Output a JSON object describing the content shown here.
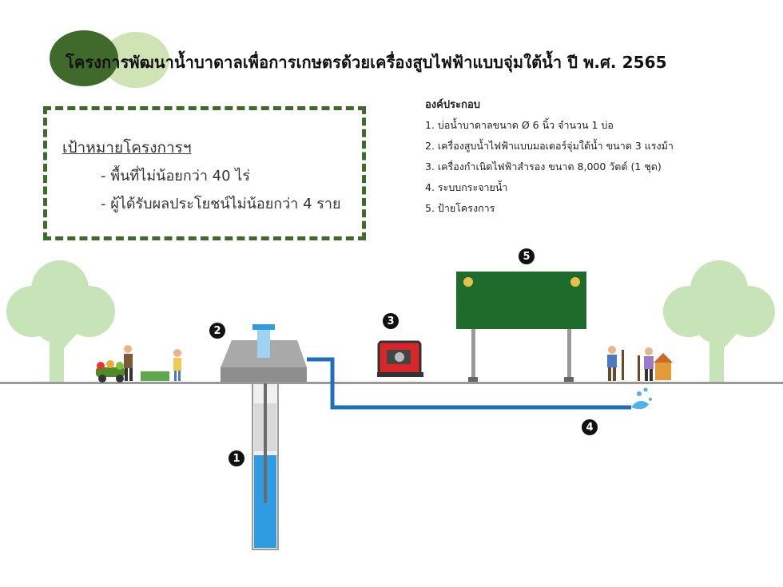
{
  "title": "โครงการพัฒนาน้ำบาดาลเพื่อการเกษตรด้วยเครื่องสูบไฟฟ้าแบบจุ่มใต้น้ำ ปี พ.ศ. 2565",
  "goals": {
    "heading": "เป้าหมายโครงการฯ",
    "items": [
      "- พื้นที่ไม่น้อยกว่า 40 ไร่",
      "- ผู้ได้รับผลประโยชน์ไม่น้อยกว่า 4 ราย"
    ]
  },
  "components": {
    "heading": "องค์ประกอบ",
    "items": [
      "1. บ่อน้ำบาดาลขนาด Ø 6 นิ้ว จำนวน 1 บ่อ",
      "2. เครื่องสูบน้ำไฟฟ้าแบบมอเตอร์จุ่มใต้น้ำ ขนาด 3 แรงม้า",
      "3. เครื่องกำเนิดไฟฟ้าสำรอง ขนาด 8,000 วัตต์ (1 ชุด)",
      "4. ระบบกระจายน้ำ",
      "5. ป้ายโครงการ"
    ]
  },
  "markers": [
    "1",
    "2",
    "3",
    "4",
    "5"
  ],
  "colors": {
    "dark_green": "#3f6a2b",
    "light_green": "#cfe3b5",
    "tree_green": "#c7e3b8",
    "sign_green": "#1f6b2c",
    "water_blue": "#2f9be0",
    "pipe_blue": "#1f6fbf",
    "ground": "#9a9a9a"
  },
  "icons": [
    "tree-icon",
    "farmers-icon",
    "generator-icon",
    "water-splash-icon",
    "well-icon",
    "sign-emblem-icon"
  ]
}
